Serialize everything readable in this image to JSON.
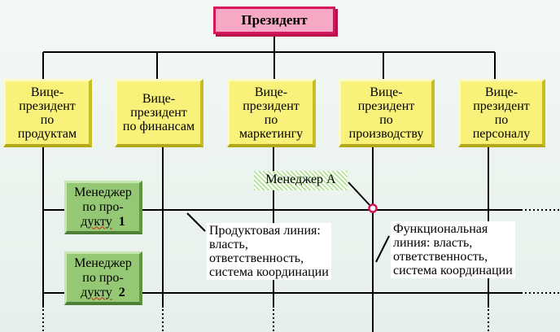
{
  "president": "Президент",
  "vice_presidents": [
    {
      "lines": [
        "Вице-",
        "президент",
        "по",
        "продуктам"
      ]
    },
    {
      "lines": [
        "Вице-",
        "президент",
        "по финансам"
      ]
    },
    {
      "lines": [
        "Вице-",
        "президент",
        "по",
        "маркетингу"
      ]
    },
    {
      "lines": [
        "Вице-",
        "президент",
        "по",
        "производству"
      ]
    },
    {
      "lines": [
        "Вице-",
        "президент",
        "по",
        "персоналу"
      ]
    }
  ],
  "managers": [
    {
      "line1": "Менеджер",
      "line2": "по про-",
      "line3_word": "дукту",
      "line3_num": "1"
    },
    {
      "line1": "Менеджер",
      "line2": "по про-",
      "line3_word": "дукту",
      "line3_num": "2"
    }
  ],
  "manager_a": "Менеджер А",
  "product_line_note": [
    "Продуктовая линия:",
    "власть,",
    "ответственность,",
    "система координации"
  ],
  "functional_line_note": [
    "Функциональная",
    "линия: власть,",
    "ответственность,",
    "система координации"
  ],
  "colors": {
    "president_fill": "#f7a8c4",
    "president_border": "#d6155d",
    "vp_fill": "#f8f27a",
    "manager_fill": "#95c874",
    "intersection_marker": "#d6155d"
  }
}
